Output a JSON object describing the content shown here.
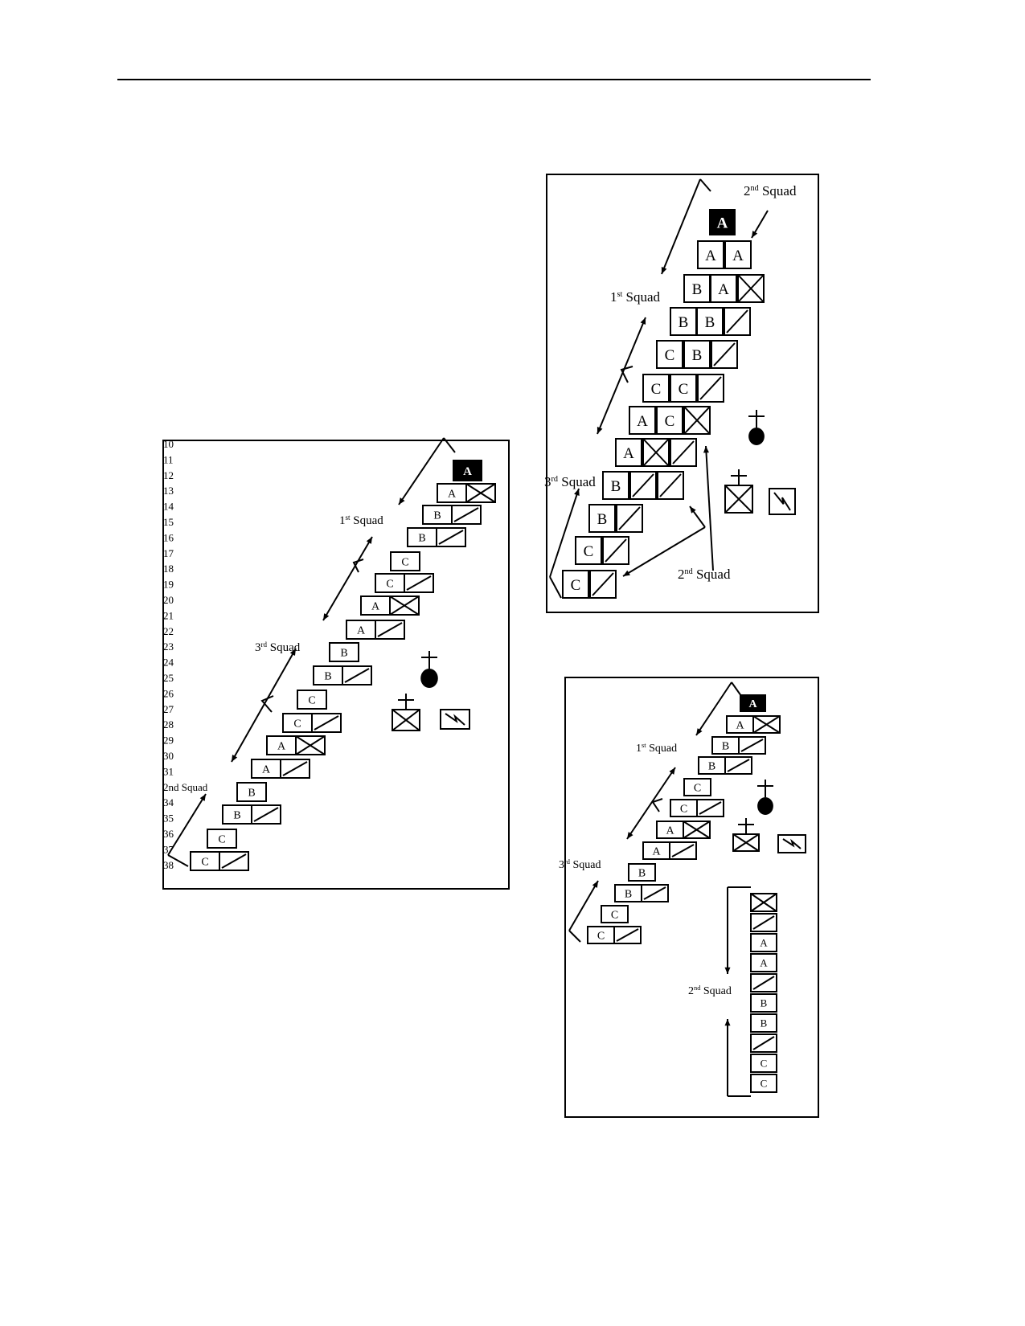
{
  "row_numbers": [
    "10",
    "11",
    "12",
    "13",
    "14",
    "15",
    "16",
    "17",
    "18",
    "19",
    "20",
    "21",
    "22",
    "23",
    "24",
    "25",
    "26",
    "27",
    "28",
    "29",
    "30",
    "31",
    "2nd Squad",
    "34",
    "35",
    "36",
    "37",
    "38"
  ],
  "squad_labels": {
    "first": "1st Squad",
    "second": "2nd Squad",
    "third": "3rd Squad"
  },
  "unit_letters": {
    "A": "A",
    "B": "B",
    "C": "C"
  },
  "icon_names": [
    "leader-box-icon",
    "vehicle-box-icon",
    "diagonal-box-icon",
    "crossed-box-icon",
    "casualty-figure-icon",
    "lightning-box-icon",
    "rope-column-icon"
  ],
  "colors": {
    "ink": "#000000",
    "paper": "#ffffff"
  }
}
